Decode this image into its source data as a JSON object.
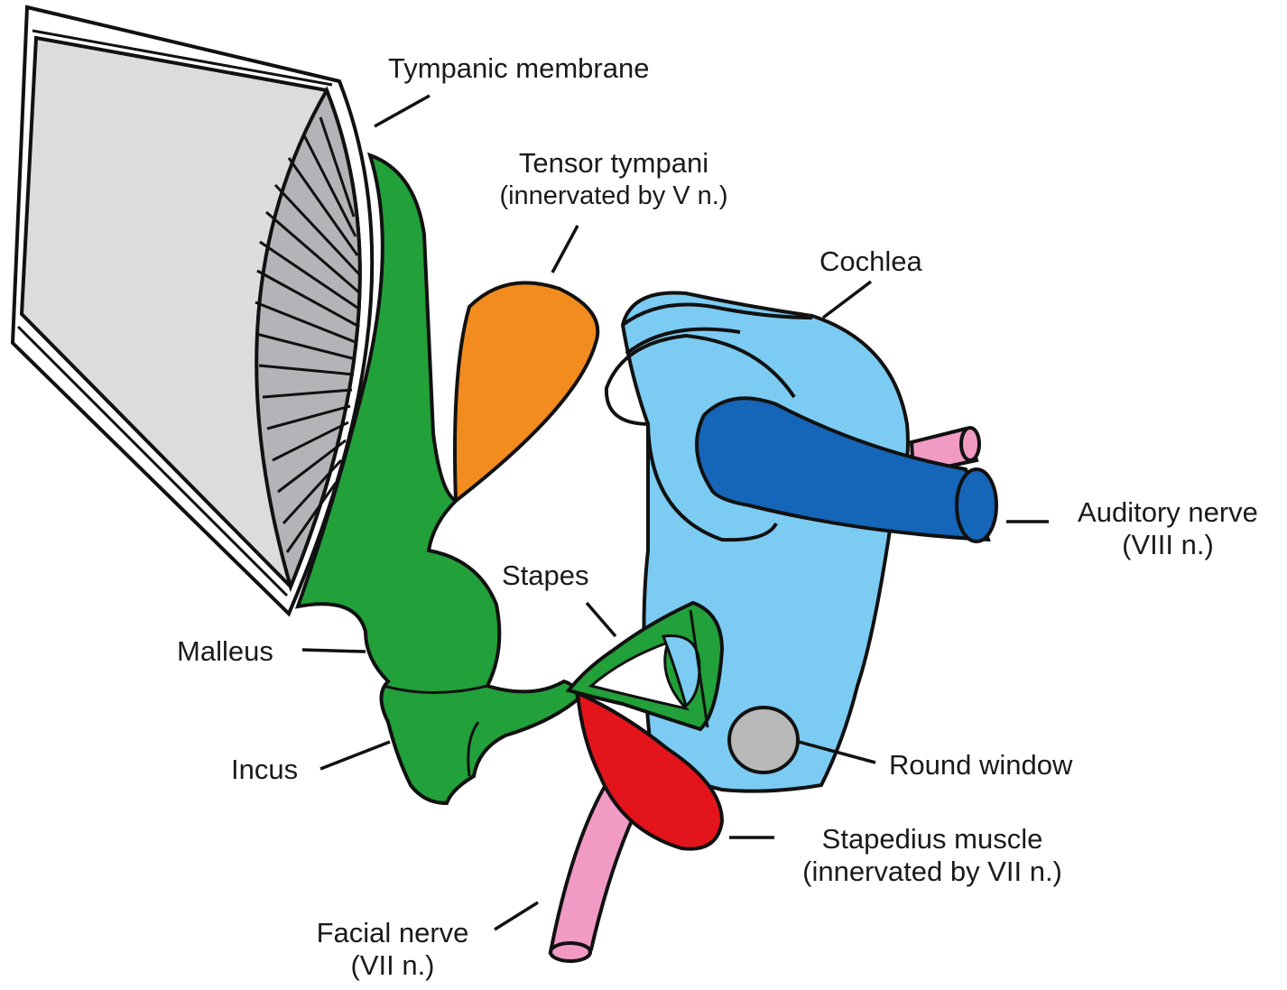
{
  "labels": {
    "tympanic_membrane": "Tympanic membrane",
    "tensor_tympani": "Tensor tympani",
    "tensor_tympani_note": "(innervated by V n.)",
    "cochlea": "Cochlea",
    "auditory_nerve": "Auditory nerve",
    "auditory_nerve_note": "(VIII n.)",
    "stapes": "Stapes",
    "malleus": "Malleus",
    "incus": "Incus",
    "round_window": "Round window",
    "stapedius_muscle": "Stapedius muscle",
    "stapedius_muscle_note": "(innervated by VII n.)",
    "facial_nerve": "Facial nerve",
    "facial_nerve_note": "(VII n.)"
  },
  "colors": {
    "ossicles": "#22a03a",
    "tensor_tympani": "#f28c1e",
    "cochlea": "#7ccbf2",
    "auditory_nerve": "#1565b8",
    "stapedius_muscle": "#e4141c",
    "facial_nerve": "#f09ac4",
    "round_window": "#b9b9b9",
    "ear_canal": "#dcdcdc",
    "membrane": "#b4b4b8",
    "outline": "#111111"
  }
}
